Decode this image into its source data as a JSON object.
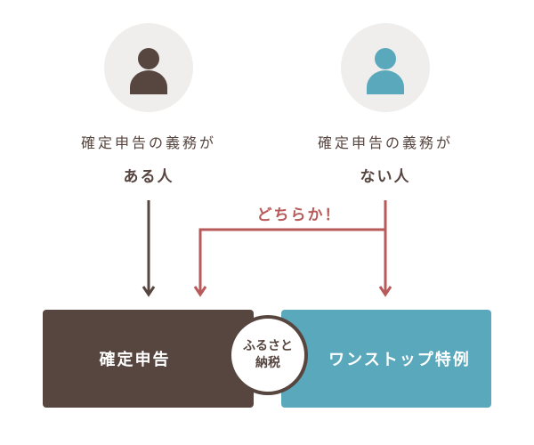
{
  "left_person": {
    "line1": "確定申告の義務が",
    "line2": "ある人",
    "icon": "person-icon",
    "color": "#574640"
  },
  "right_person": {
    "line1": "確定申告の義務が",
    "line2": "ない人",
    "icon": "person-icon",
    "color": "#5aa8bb"
  },
  "choice_label": "どちらか！",
  "boxes": {
    "left": "確定申告",
    "right": "ワンストップ特例"
  },
  "center_circle": {
    "line1": "ふるさと",
    "line2": "納税"
  },
  "colors": {
    "brown": "#574640",
    "teal": "#5aa8bb",
    "red": "#b85a5a",
    "grey": "#efeeed"
  }
}
